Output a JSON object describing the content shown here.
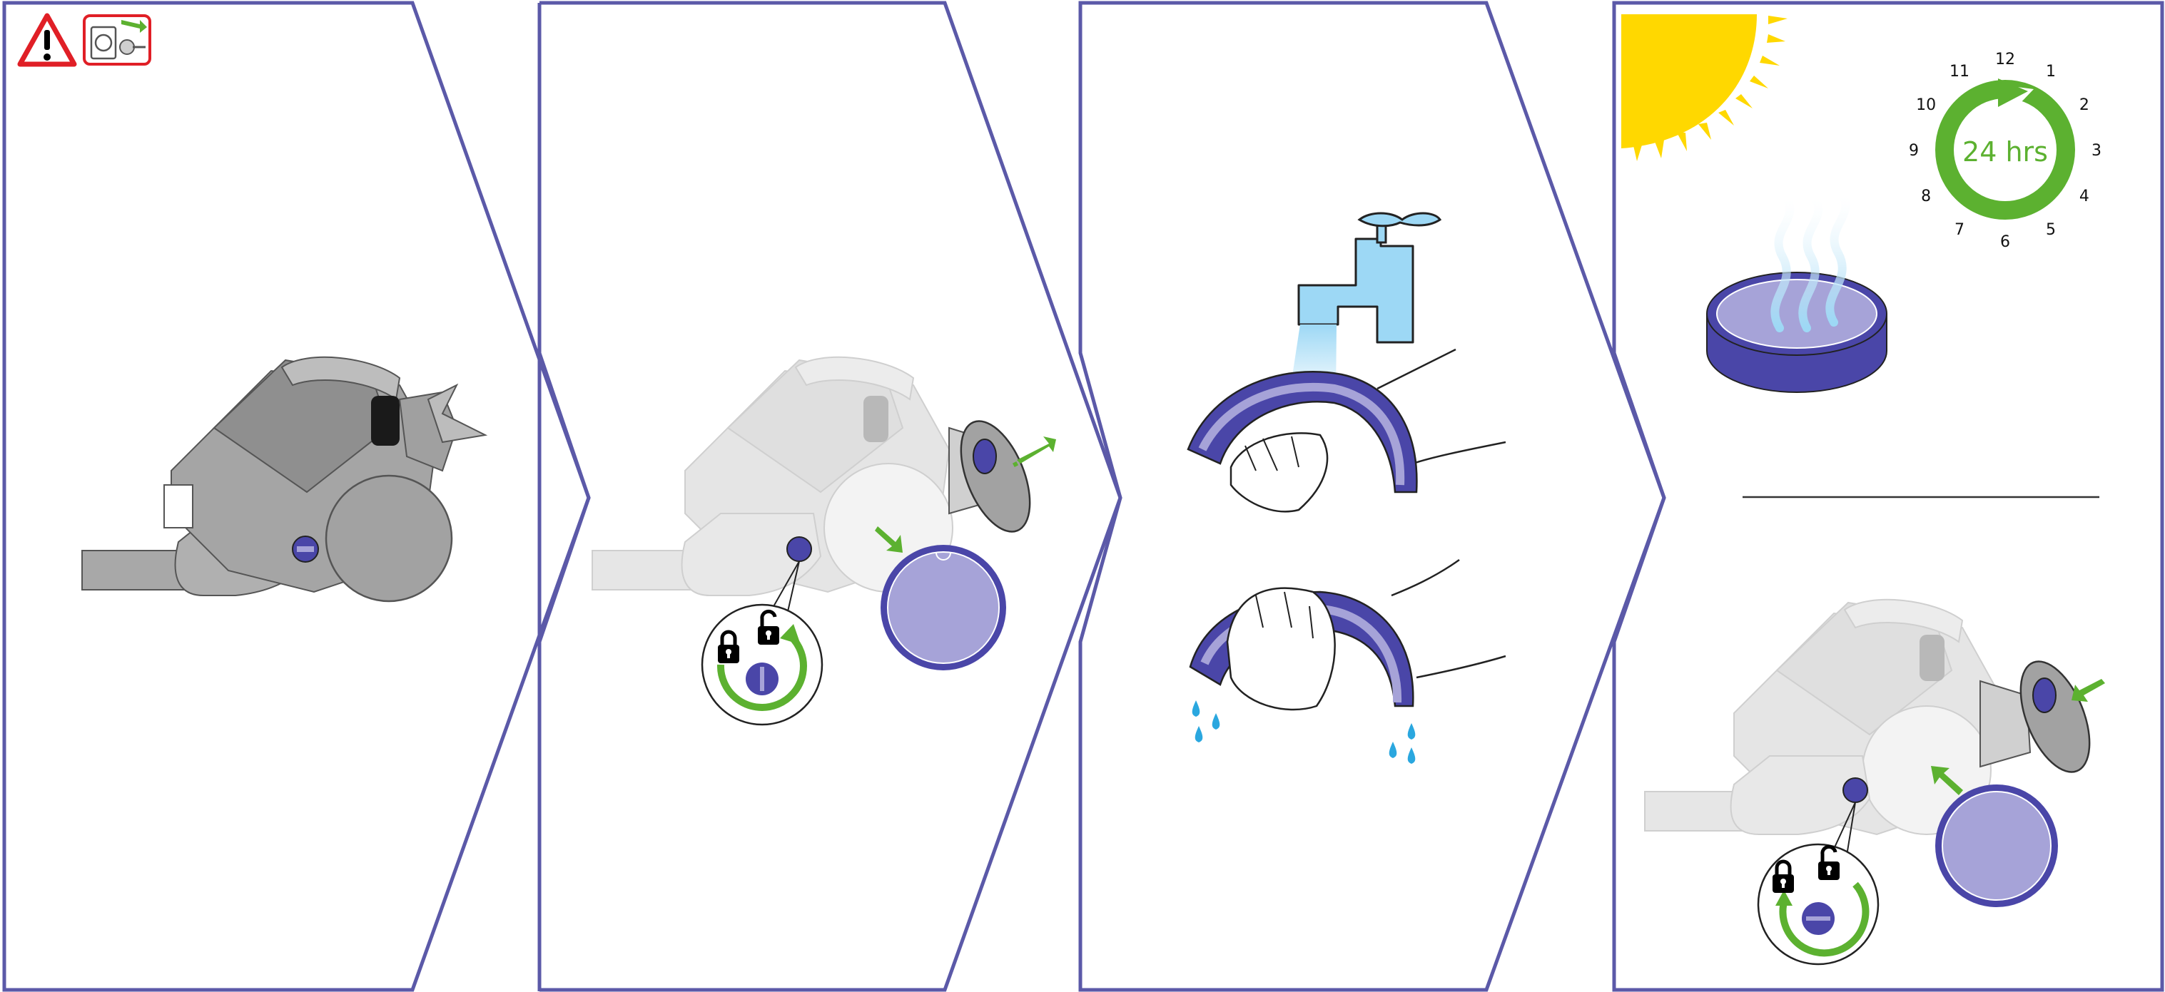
{
  "colors": {
    "panel_border": "#5b59a8",
    "filter_dark": "#4a46a8",
    "filter_light": "#a6a3d8",
    "green": "#5cb130",
    "sun": "#ffd800",
    "water": "#9dd8f5",
    "water_drop": "#2aa7df",
    "grey": "#9c9c9c",
    "warning_red": "#e01f26"
  },
  "icons": {
    "warning": "warning-triangle-icon",
    "unplug": "unplug-icon",
    "lock": "lock-icon",
    "unlock": "unlock-icon"
  },
  "clock": {
    "label": "24 hrs",
    "hours": [
      "12",
      "1",
      "2",
      "3",
      "4",
      "5",
      "6",
      "7",
      "8",
      "9",
      "10",
      "11"
    ]
  },
  "steps": [
    {
      "id": 1,
      "content": "unplug vacuum"
    },
    {
      "id": 2,
      "content": "unlock and remove filter"
    },
    {
      "id": 3,
      "content": "rinse and squeeze filter"
    },
    {
      "id": 4,
      "content": "dry and refit filter"
    }
  ]
}
